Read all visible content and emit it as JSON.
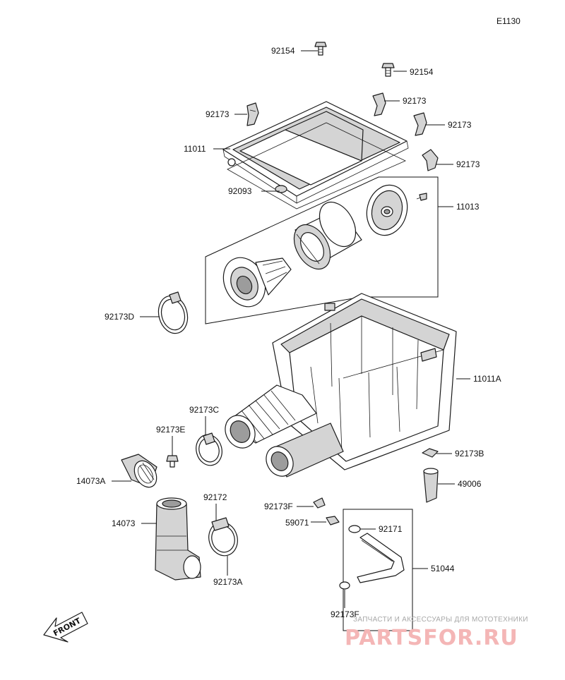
{
  "diagram_code": "E1130",
  "parts": {
    "p92154_top": "92154",
    "p92154_right": "92154",
    "p92173_upper_left": "92173",
    "p92173_upper_right1": "92173",
    "p92173_upper_right2": "92173",
    "p92173_upper_right3": "92173",
    "p11011": "11011",
    "p92093": "92093",
    "p11013": "11013",
    "p92173D": "92173D",
    "p11011A": "11011A",
    "p92173C": "92173C",
    "p92173E": "92173E",
    "p14073A": "14073A",
    "p14073": "14073",
    "p92172": "92172",
    "p92173A": "92173A",
    "p92173B": "92173B",
    "p49006": "49006",
    "p92173F_top": "92173F",
    "p59071": "59071",
    "p92171": "92171",
    "p51044": "51044",
    "p92173F_bottom": "92173F"
  },
  "front_arrow_label": "FRONT",
  "watermark": {
    "tagline": "ЗАПЧАСТИ И АКСЕССУАРЫ ДЛЯ МОТОТЕХНИКИ",
    "brand": "PARTSFOR.RU"
  }
}
